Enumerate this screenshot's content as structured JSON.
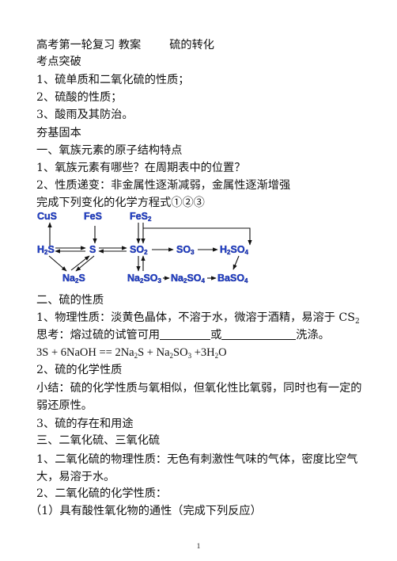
{
  "doc": {
    "title_left": "高考第一轮复习  教案",
    "title_right": "硫的转化",
    "lines": {
      "l1": "考点突破",
      "l2": "1、硫单质和二氧化硫的性质；",
      "l3": "2、硫酸的性质；",
      "l4": "3、酸雨及其防治。",
      "l5": "夯基固本",
      "l6": "一、氧族元素的原子结构特点",
      "l7": "1、氧族元素有哪些？在周期表中的位置？",
      "l8": "2、性质递变：非金属性逐渐减弱，金属性逐渐增强",
      "l9": "完成下列变化的化学方程式①②③",
      "l10": "二、硫的性质",
      "l11a": "1、物理性质：淡黄色晶体，不溶于水，微溶于酒精，易溶于 CS",
      "l11b": "2",
      "l12a": "思考：熔过硫的试管可用",
      "l12b": "或",
      "l12c": "洗涤。",
      "l14": "2、硫的化学性质",
      "l15": "小结：硫的化学性质与氧相似，但氧化性比氧弱，同时也有一定的弱还原性。",
      "l16": "3、硫的存在和用途",
      "l17": "三、二氧化硫、三氧化硫",
      "l18": "1、二氧化硫的物理性质：无色有刺激性气味的气体，密度比空气大，易溶于水。",
      "l19": "2、二氧化硫的化学性质：",
      "l20": "（1）具有酸性氧化物的通性（完成下列反应）"
    },
    "equation": {
      "p1": "3S + 6NaOH == 2Na",
      "s1": "2",
      "p2": "S + Na",
      "s2": "2",
      "p3": "SO",
      "s3": "3",
      "p4": " +3H",
      "s4": "2",
      "p5": "O"
    },
    "page_number": "1"
  },
  "diagram": {
    "labels": {
      "cus": "CuS",
      "fes": "FeS",
      "fes2": "FeS",
      "fes2_sub": "2",
      "h2s_a": "H",
      "h2s_sub": "2",
      "h2s_b": "S",
      "s": "S",
      "so2": "SO",
      "so2_sub": "2",
      "so3": "SO",
      "so3_sub": "3",
      "h2so4_a": "H",
      "h2so4_sub1": "2",
      "h2so4_b": "SO",
      "h2so4_sub2": "4",
      "na2s_a": "Na",
      "na2s_sub": "2",
      "na2s_b": "S",
      "na2so3_a": "Na",
      "na2so3_sub1": "2",
      "na2so3_b": "SO",
      "na2so3_sub2": "3",
      "na2so4_a": "Na",
      "na2so4_sub1": "2",
      "na2so4_b": "SO",
      "na2so4_sub2": "4",
      "baso4_a": "BaSO",
      "baso4_sub": "4"
    }
  }
}
